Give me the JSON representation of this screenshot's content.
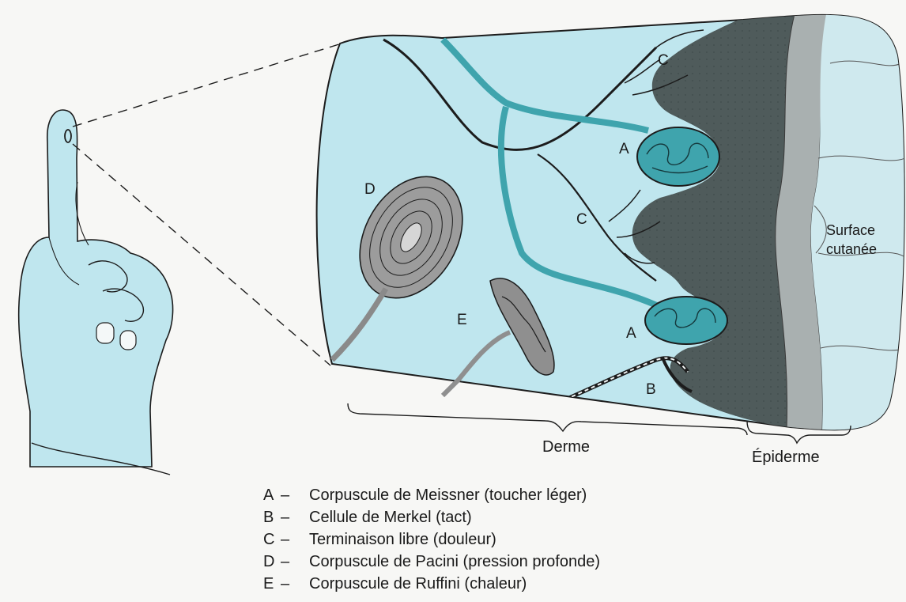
{
  "diagram": {
    "labels": {
      "a_upper": "A",
      "a_lower": "A",
      "b": "B",
      "c_upper": "C",
      "c_middle": "C",
      "d": "D",
      "e": "E",
      "surface_line1": "Surface",
      "surface_line2": "cutanée",
      "derme": "Derme",
      "epiderme": "Épiderme"
    },
    "colors": {
      "skin_light_blue": "#bfe6ee",
      "epidermis_dark": "#4f5b5b",
      "nerve_teal": "#3fa4ad",
      "nerve_black": "#1c1c1c",
      "pacini_gray": "#9c9c9c"
    }
  },
  "legend": [
    {
      "letter": "A",
      "dash": "–",
      "text": "Corpuscule de Meissner (toucher léger)"
    },
    {
      "letter": "B",
      "dash": "–",
      "text": "Cellule de Merkel (tact)"
    },
    {
      "letter": "C",
      "dash": "–",
      "text": "Terminaison libre (douleur)"
    },
    {
      "letter": "D",
      "dash": "–",
      "text": "Corpuscule de Pacini (pression profonde)"
    },
    {
      "letter": "E",
      "dash": "–",
      "text": "Corpuscule de Ruffini (chaleur)"
    }
  ]
}
